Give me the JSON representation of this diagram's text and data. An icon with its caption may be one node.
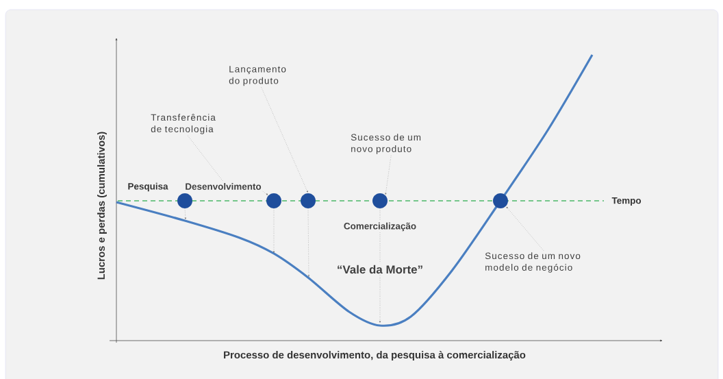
{
  "diagram": {
    "nodes": [
      {
        "text": [
          "Lançamento do produto"
        ]
      },
      {
        "text": [
          "Transferência de tecnologia"
        ]
      },
      {
        "text": [
          "Sucesso de um novo produto"
        ]
      },
      {
        "text": [
          "Desenvolvimento"
        ]
      },
      {
        "text": [],
        "shape": "circle"
      },
      {
        "text": [],
        "shape": "circle"
      },
      {
        "text": [],
        "shape": "circle"
      },
      {
        "text": [],
        "shape": "circle"
      },
      {
        "text": [],
        "shape": "circle"
      },
      {
        "text": [
          "Comercialização"
        ]
      },
      {
        "text": [
          "“Vale da Morte”"
        ]
      },
      {
        "text": [
          "Sucesso de um novo modelo de negócio"
        ]
      }
    ],
    "edges": [
      {
        "from": 1,
        "to": 3,
        "arrow": "none"
      },
      {
        "from": 3,
        "to": 5,
        "arrow": "to"
      },
      {
        "from": 0,
        "to": 6,
        "arrow": "to"
      },
      {
        "from": 2,
        "to": 7,
        "arrow": "to"
      },
      {
        "from": 11,
        "to": 8,
        "arrow": "to"
      },
      {
        "from": 4,
        "to": null,
        "arrow": "to"
      },
      {
        "from": 5,
        "to": null,
        "arrow": "to"
      },
      {
        "from": 6,
        "to": null,
        "arrow": "to"
      },
      {
        "from": 7,
        "to": 9,
        "arrow": "none"
      },
      {
        "from": 9,
        "to": 10,
        "arrow": "none"
      },
      {
        "from": 10,
        "to": null,
        "arrow": "to"
      }
    ],
    "labels": [
      "Lucros e perdas (cumulativos)",
      "Pesquisa",
      "Tempo",
      "Processo de desenvolvimento, da pesquisa à comercialização"
    ]
  }
}
